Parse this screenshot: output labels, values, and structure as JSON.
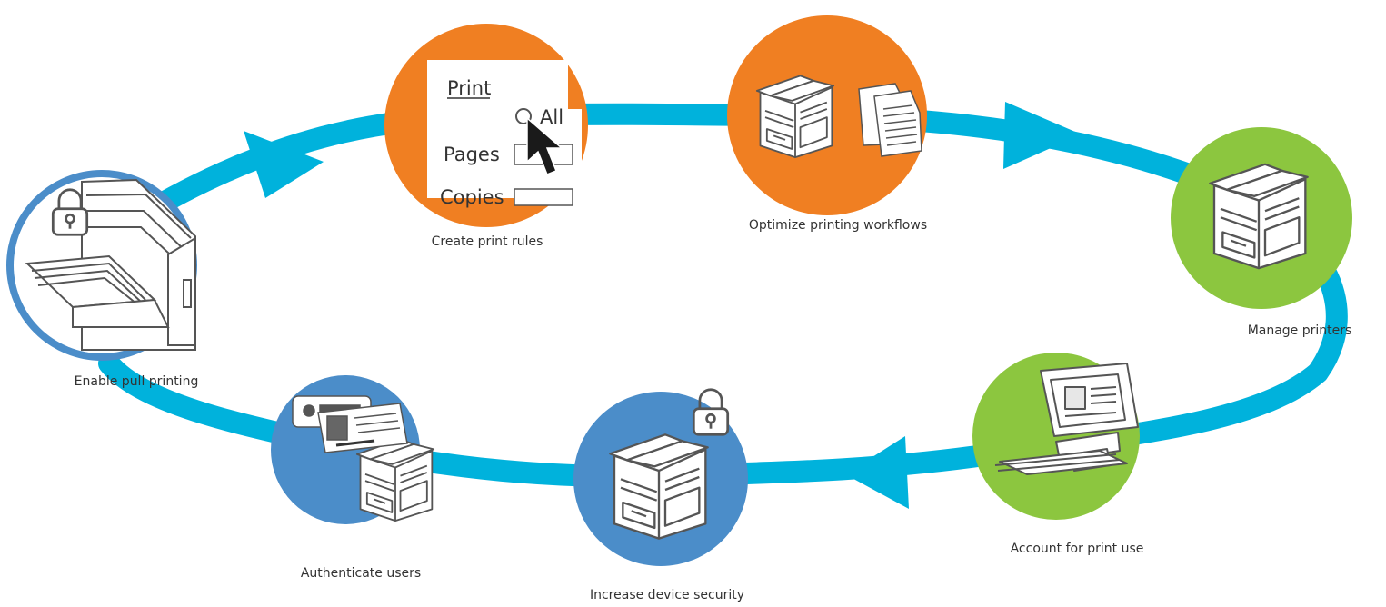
{
  "colors": {
    "loop": "#00b2dc",
    "orange": "#f07f22",
    "green": "#8cc63f",
    "blue": "#4b8dc9",
    "line_art": "#555555",
    "label_text": "#333333"
  },
  "steps": [
    {
      "id": "enable-pull-printing",
      "label": "Enable pull printing",
      "color": "blue",
      "icon": "locked-printer-icon"
    },
    {
      "id": "create-print-rules",
      "label": "Create print rules",
      "color": "orange",
      "icon": "print-dialog-icon"
    },
    {
      "id": "optimize-printing-workflows",
      "label": "Optimize printing workflows",
      "color": "orange",
      "icon": "printer-to-documents-icon"
    },
    {
      "id": "manage-printers",
      "label": "Manage printers",
      "color": "green",
      "icon": "printer-icon"
    },
    {
      "id": "account-for-print-use",
      "label": "Account for print use",
      "color": "green",
      "icon": "computer-icon"
    },
    {
      "id": "increase-device-security",
      "label": "Increase device security",
      "color": "blue",
      "icon": "secure-printer-icon"
    },
    {
      "id": "authenticate-users",
      "label": "Authenticate users",
      "color": "blue",
      "icon": "id-card-printer-icon"
    }
  ],
  "print_dialog": {
    "print": "Print",
    "all": "All",
    "pages": "Pages",
    "copies": "Copies"
  }
}
